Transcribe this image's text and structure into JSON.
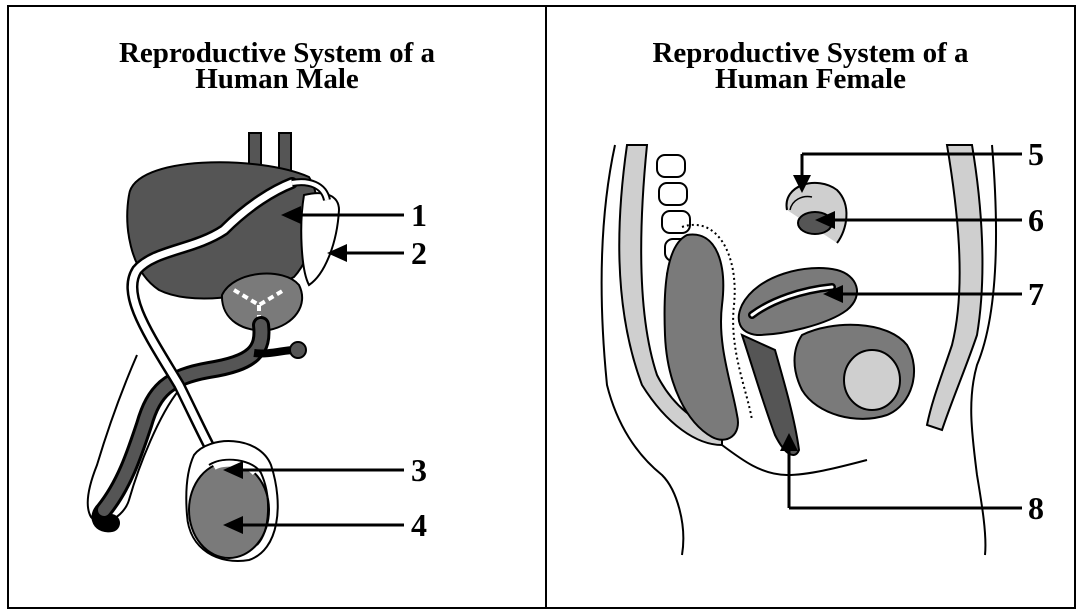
{
  "panels": {
    "male": {
      "title_line1": "Reproductive System of a",
      "title_line2": "Human Male",
      "labels": [
        "1",
        "2",
        "3",
        "4"
      ]
    },
    "female": {
      "title_line1": "Reproductive System of a",
      "title_line2": "Human Female",
      "labels": [
        "5",
        "6",
        "7",
        "8"
      ]
    }
  },
  "colors": {
    "dark_organ": "#555555",
    "mid_organ": "#7a7a7a",
    "light_tissue": "#cfcfcf",
    "line": "#000000"
  }
}
